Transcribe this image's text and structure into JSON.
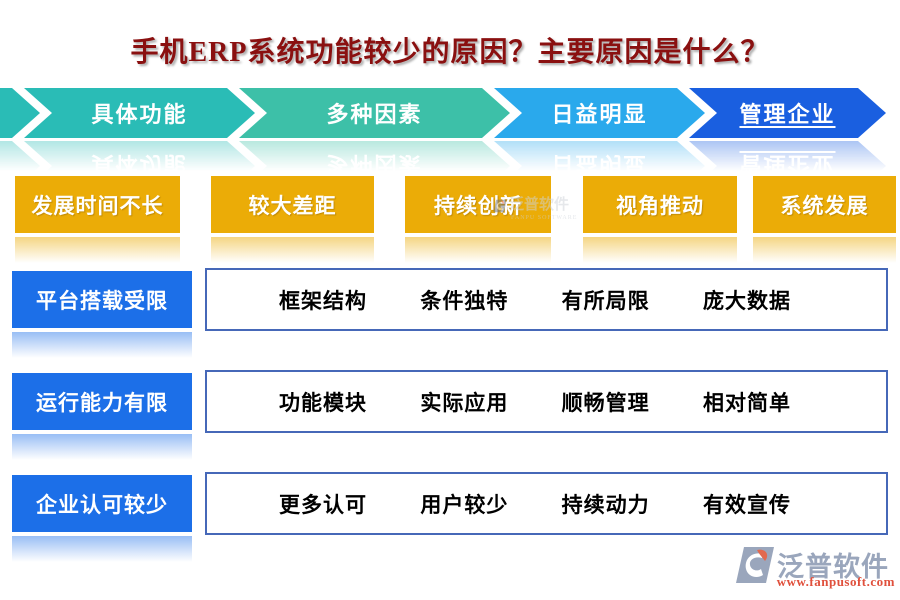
{
  "title": "手机ERP系统功能较少的原因？主要原因是什么？",
  "banner": {
    "segments": [
      {
        "label": "具体功能",
        "color": "#2ABCB6",
        "underline": false
      },
      {
        "label": "多种因素",
        "color": "#3DC0A8",
        "underline": false
      },
      {
        "label": "日益明显",
        "color": "#2AA9EC",
        "underline": false
      },
      {
        "label": "管理企业",
        "color": "#1A5FE0",
        "underline": true
      }
    ]
  },
  "factor_buttons": [
    "发展时间不长",
    "较大差距",
    "持续创新",
    "视角推动",
    "系统发展"
  ],
  "reason_rows": [
    {
      "label": "平台搭载受限",
      "items": [
        "框架结构",
        "条件独特",
        "有所局限",
        "庞大数据"
      ]
    },
    {
      "label": "运行能力有限",
      "items": [
        "功能模块",
        "实际应用",
        "顺畅管理",
        "相对简单"
      ]
    },
    {
      "label": "企业认可较少",
      "items": [
        "更多认可",
        "用户较少",
        "持续动力",
        "有效宣传"
      ]
    }
  ],
  "watermark": {
    "name": "泛普软件",
    "subtext": "FANPU SOFTWARE"
  },
  "footer": {
    "brand": "泛普软件",
    "url": "www.fanpusoft.com"
  },
  "colors": {
    "title": "#8a1010",
    "factor_button": "#EBAC07",
    "row_label": "#1C6FE8",
    "box_border": "#4668B8",
    "footer_brand": "#9AA6BC",
    "footer_url": "#E0503C"
  }
}
